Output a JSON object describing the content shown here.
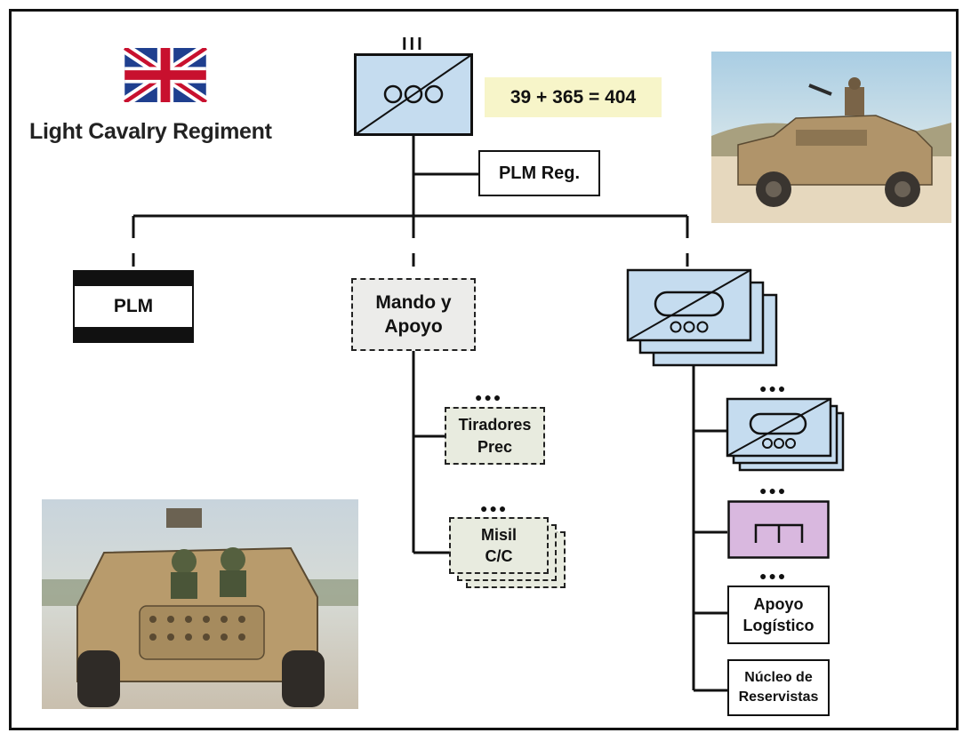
{
  "title": "Light Cavalry Regiment",
  "flag": {
    "name": "uk-flag-icon",
    "colors": {
      "blue": "#1f3f8f",
      "red": "#c8102e",
      "white": "#ffffff"
    }
  },
  "top_unit": {
    "echelon": "III",
    "formula": "39 + 365 = 404"
  },
  "plm_reg": {
    "label": "PLM Reg."
  },
  "branches": {
    "plm": {
      "label": "PLM"
    },
    "mando": {
      "line1": "Mando y",
      "line2": "Apoyo"
    },
    "squadron": {
      "icon": "armored-recon-symbol"
    }
  },
  "support": {
    "tiradores": {
      "echelon": "●●●",
      "line1": "Tiradores",
      "line2": "Prec"
    },
    "misil": {
      "echelon": "●●●",
      "line1": "Misil",
      "line2": "C/C"
    }
  },
  "squadron_sub": {
    "recon": {
      "echelon": "●●●",
      "icon": "armored-recon-symbol"
    },
    "engineer": {
      "echelon": "●●●",
      "icon": "engineer-symbol"
    },
    "logistic": {
      "echelon": "●●●",
      "line1": "Apoyo",
      "line2": "Logístico"
    },
    "reserve": {
      "line1": "Núcleo de",
      "line2": "Reservistas"
    }
  },
  "colors": {
    "unit_blue": "#c5dcef",
    "engineer_purple": "#d9b8df",
    "support_grey": "#ececea",
    "formula_bg": "#f7f5c9"
  }
}
